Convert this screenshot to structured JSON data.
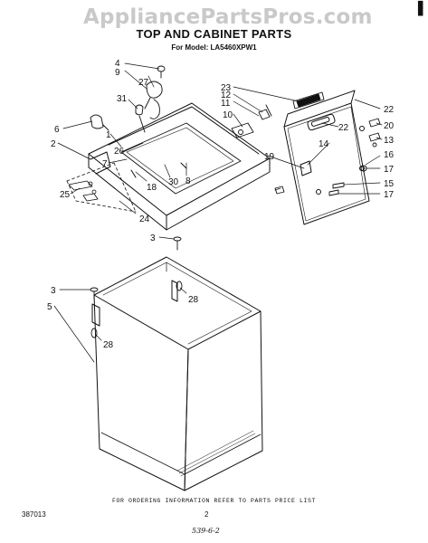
{
  "watermark": "AppliancePartsPros.com",
  "corner_mark": "▌",
  "title": "TOP AND CABINET PARTS",
  "model_line": "For Model: LA5460XPW1",
  "callouts": [
    "4",
    "9",
    "27",
    "31",
    "6",
    "1",
    "2",
    "26",
    "7",
    "18",
    "30",
    "8",
    "25",
    "24",
    "23",
    "12",
    "11",
    "10",
    "22",
    "22",
    "20",
    "13",
    "14",
    "16",
    "19",
    "17",
    "15",
    "17",
    "3",
    "3",
    "28",
    "5",
    "28"
  ],
  "footer": {
    "note": "FOR ORDERING INFORMATION REFER TO PARTS PRICE LIST",
    "doc_number": "387013",
    "page_number": "2",
    "revision_code": "539-6-2"
  }
}
